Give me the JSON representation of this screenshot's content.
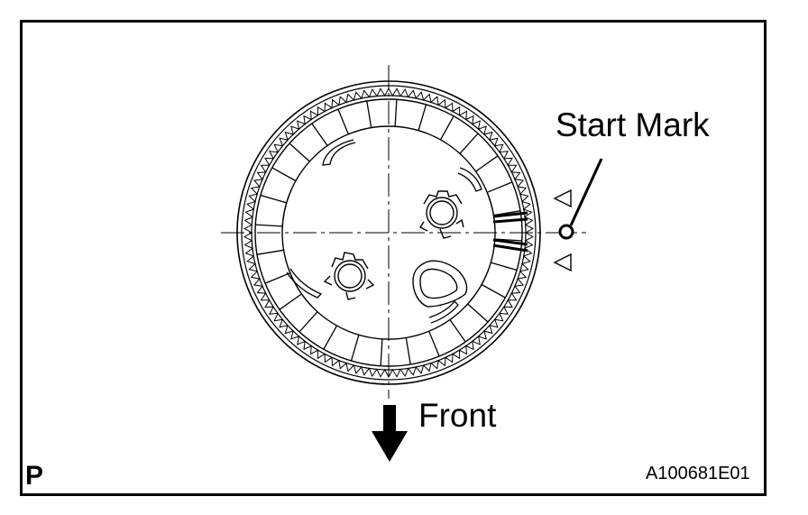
{
  "labels": {
    "start_mark": "Start Mark",
    "front": "Front",
    "panel_letter": "P",
    "figure_id": "A100681E01"
  },
  "colors": {
    "line": "#000000",
    "background": "#ffffff"
  },
  "icons": {
    "front_arrow": "arrow-down-icon",
    "start_marker": "circle-marker-icon",
    "alignment_triangles": "triangle-left-icon"
  }
}
